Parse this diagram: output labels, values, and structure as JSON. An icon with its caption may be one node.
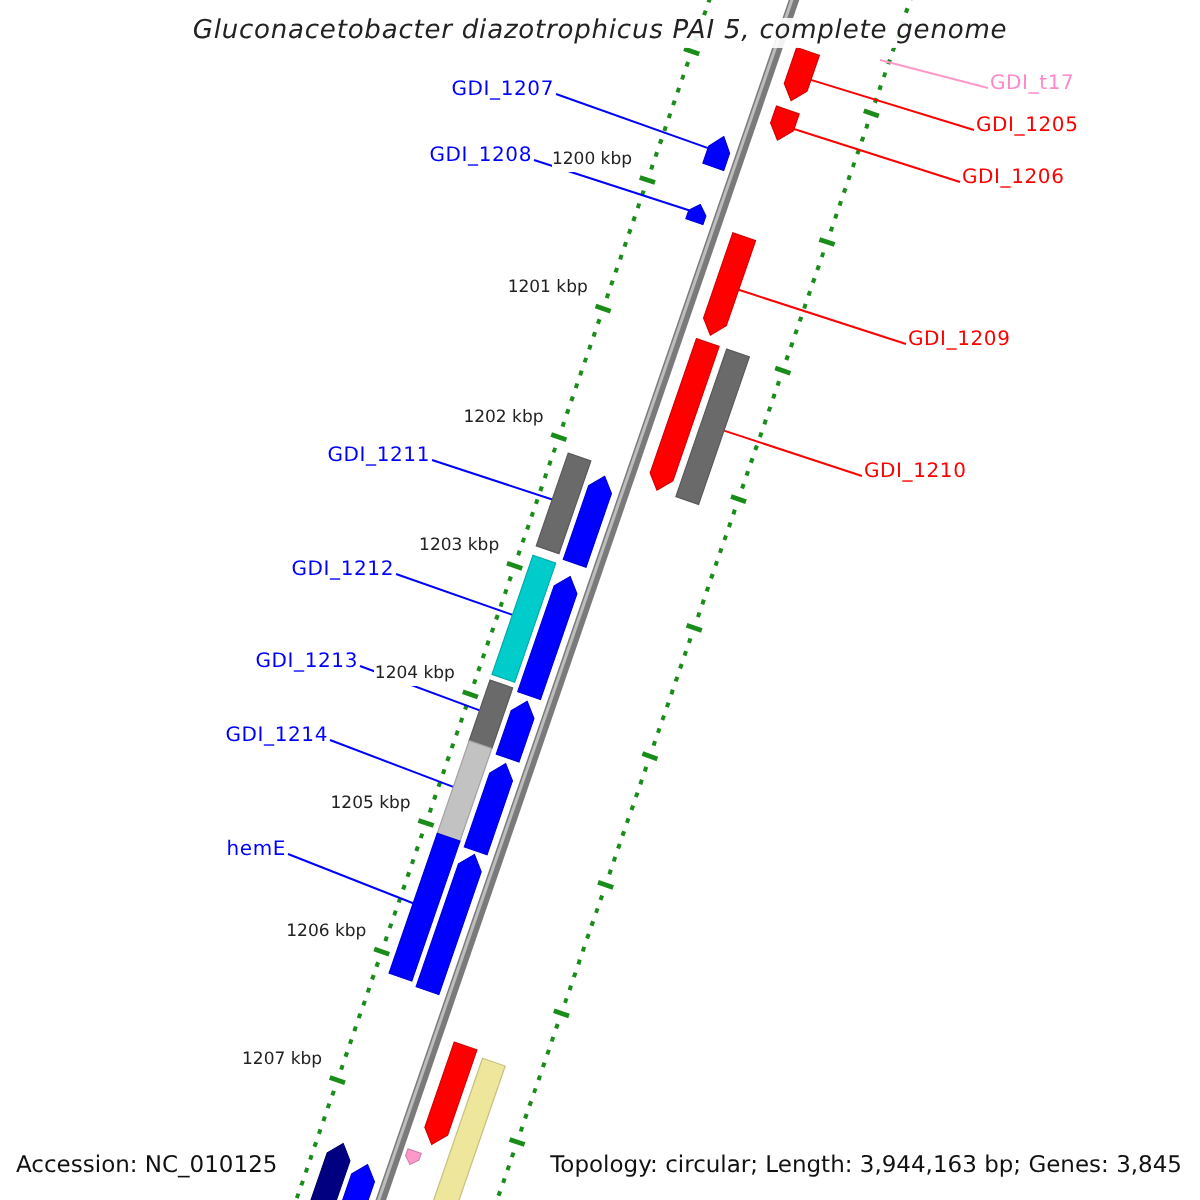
{
  "diagram": {
    "title": "Gluconacetobacter diazotrophicus PAI 5, complete genome",
    "nodes": [
      {
        "text": [
          "GDI_1207"
        ]
      },
      {
        "text": [
          "GDI_1208"
        ]
      },
      {
        "text": [
          "GDI_1211"
        ]
      },
      {
        "text": [
          "GDI_1212"
        ]
      },
      {
        "text": [
          "GDI_1213"
        ]
      },
      {
        "text": [
          "GDI_1214"
        ]
      },
      {
        "text": [
          "hemE"
        ]
      },
      {
        "text": [
          "GDI_t17"
        ]
      },
      {
        "text": [
          "GDI_1205"
        ]
      },
      {
        "text": [
          "GDI_1206"
        ]
      },
      {
        "text": [
          "GDI_1209"
        ]
      },
      {
        "text": [
          "GDI_1210"
        ]
      },
      {
        "text": [],
        "shape": "pentagon"
      },
      {
        "text": [],
        "shape": "pentagon"
      },
      {
        "text": [],
        "shape": "pentagon"
      },
      {
        "text": [],
        "shape": "pentagon"
      },
      {
        "text": [],
        "shape": "pentagon"
      },
      {
        "text": [],
        "shape": "pentagon"
      },
      {
        "text": [],
        "shape": "bar"
      },
      {
        "text": [],
        "shape": "bar"
      },
      {
        "text": [],
        "shape": "pentagon"
      },
      {
        "text": [],
        "shape": "bar"
      },
      {
        "text": [],
        "shape": "pentagon"
      },
      {
        "text": [],
        "shape": "bar"
      },
      {
        "text": [],
        "shape": "pentagon"
      },
      {
        "text": [],
        "shape": "bar"
      },
      {
        "text": [],
        "shape": "pentagon"
      },
      {
        "text": [],
        "shape": "bar"
      },
      {
        "text": [],
        "shape": "pentagon"
      },
      {
        "text": [],
        "shape": "pentagon"
      },
      {
        "text": [],
        "shape": "bar"
      },
      {
        "text": [],
        "shape": "pentagon"
      },
      {
        "text": [],
        "shape": "pentagon"
      },
      {
        "text": [],
        "shape": "pentagon"
      }
    ],
    "edges": [
      {
        "from": 0,
        "to": 14,
        "arrow": "none"
      },
      {
        "from": 1,
        "to": 15,
        "arrow": "none"
      },
      {
        "from": 2,
        "to": 19,
        "arrow": "none"
      },
      {
        "from": 3,
        "to": 21,
        "arrow": "none"
      },
      {
        "from": 4,
        "to": 23,
        "arrow": "none"
      },
      {
        "from": 5,
        "to": 25,
        "arrow": "none"
      },
      {
        "from": 6,
        "to": 27,
        "arrow": "none"
      },
      {
        "from": 7,
        "to": null,
        "arrow": "none",
        "color": "#ff99cc"
      },
      {
        "from": 8,
        "to": 12,
        "arrow": "none",
        "color": "#ff0000"
      },
      {
        "from": 9,
        "to": 13,
        "arrow": "none",
        "color": "#ff0000"
      },
      {
        "from": 10,
        "to": 16,
        "arrow": "none",
        "color": "#ff0000"
      },
      {
        "from": 11,
        "to": 18,
        "arrow": "none",
        "color": "#ff0000"
      }
    ],
    "labels": [
      "1200 kbp",
      "1201 kbp",
      "1202 kbp",
      "1203 kbp",
      "1204 kbp",
      "1205 kbp",
      "1206 kbp",
      "1207 kbp",
      "Accession: NC_010125",
      "Topology: circular; Length: 3,944,163 bp; Genes: 3,845"
    ]
  }
}
